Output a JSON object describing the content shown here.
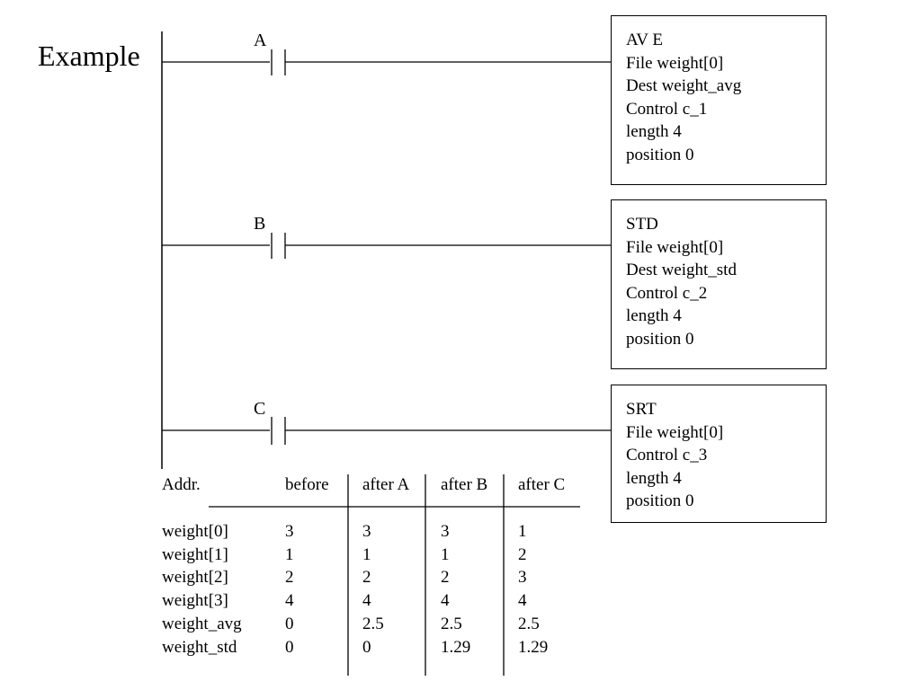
{
  "title": "Example",
  "rungs": [
    {
      "contact": "A",
      "block": [
        "AV E",
        "File weight[0]",
        "Dest weight_avg",
        "Control c_1",
        "length 4",
        "position 0"
      ]
    },
    {
      "contact": "B",
      "block": [
        "STD",
        "File weight[0]",
        "Dest weight_std",
        "Control c_2",
        "length 4",
        "position 0"
      ]
    },
    {
      "contact": "C",
      "block": [
        "SRT",
        "File weight[0]",
        "Control c_3",
        "length 4",
        "position 0"
      ]
    }
  ],
  "table": {
    "headers": [
      "Addr.",
      "before",
      "after A",
      "after B",
      "after C"
    ],
    "rows": [
      [
        "weight[0]",
        "3",
        "3",
        "3",
        "1"
      ],
      [
        "weight[1]",
        "1",
        "1",
        "1",
        "2"
      ],
      [
        "weight[2]",
        "2",
        "2",
        "2",
        "3"
      ],
      [
        "weight[3]",
        "4",
        "4",
        "4",
        "4"
      ],
      [
        "weight_avg",
        "0",
        "2.5",
        "2.5",
        "2.5"
      ],
      [
        "weight_std",
        "0",
        "0",
        "1.29",
        "1.29"
      ]
    ]
  }
}
